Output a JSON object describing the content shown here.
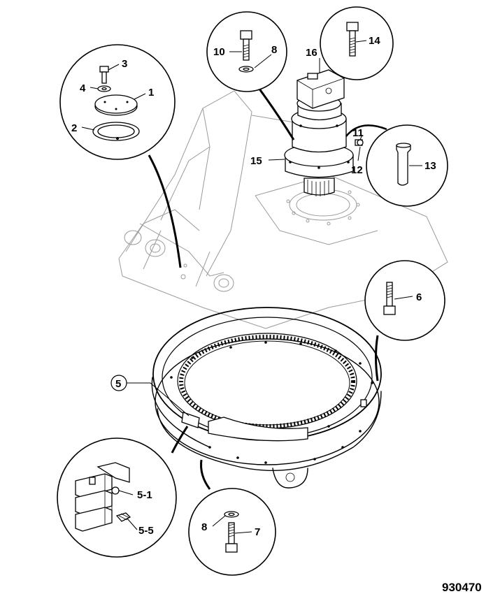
{
  "figure_number": "930470",
  "callouts": {
    "c1": "1",
    "c2": "2",
    "c3": "3",
    "c4": "4",
    "c5": "5",
    "c5_1": "5-1",
    "c5_5": "5-5",
    "c6": "6",
    "c7": "7",
    "c8_top": "8",
    "c8_bottom": "8",
    "c10": "10",
    "c11": "11",
    "c12": "12",
    "c13": "13",
    "c14": "14",
    "c15": "15",
    "c16": "16"
  }
}
